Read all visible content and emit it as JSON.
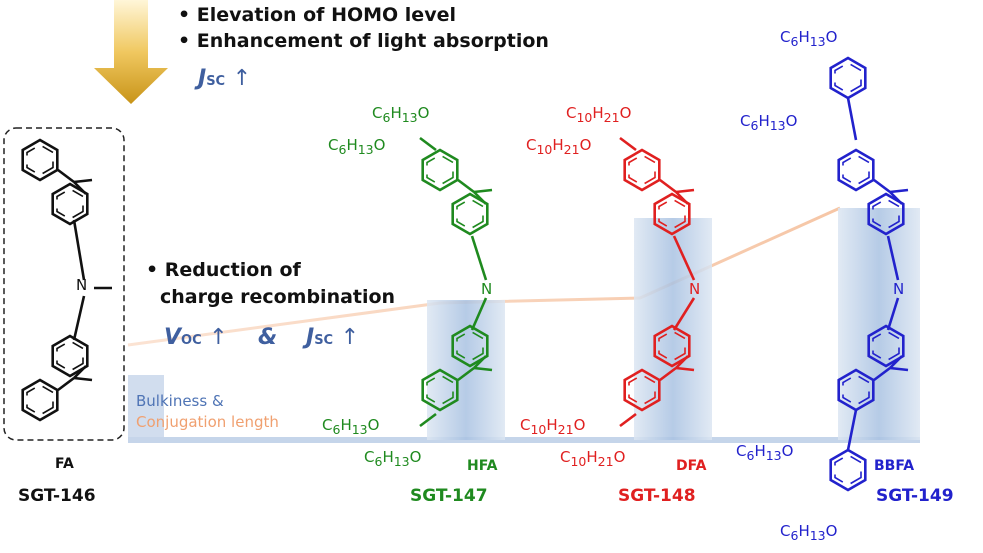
{
  "bullets": {
    "top1": "• Elevation of HOMO level",
    "top2": "• Enhancement of light absorption",
    "mid1": "• Reduction of",
    "mid2": "charge recombination"
  },
  "metrics": {
    "jsc_top": "J",
    "jsc_top_sub": "SC",
    "voc": "V",
    "voc_sub": "OC",
    "amp": "&",
    "jsc_mid": "J",
    "jsc_mid_sub": "SC",
    "up_arrow": "↑"
  },
  "legend": {
    "line1": "Bulkiness &",
    "line2": "Conjugation length"
  },
  "colors": {
    "fa": "#111111",
    "hfa": "#1f8a1f",
    "dfa": "#e02020",
    "bbfa": "#2222cc",
    "metric": "#3f5f9f",
    "arrow": "#d4a020"
  },
  "molecules": {
    "fa": {
      "short": "FA",
      "name": "SGT-146"
    },
    "hfa": {
      "short": "HFA",
      "name": "SGT-147"
    },
    "dfa": {
      "short": "DFA",
      "name": "SGT-148"
    },
    "bbfa": {
      "short": "BBFA",
      "name": "SGT-149"
    }
  },
  "atom_labels": {
    "n": "N",
    "o": "O",
    "hex_c": "C",
    "hex_sub": "6",
    "hex_h": "H",
    "hex_sub2": "13",
    "dec_c": "C",
    "dec_sub": "10",
    "dec_h": "H",
    "dec_sub2": "21"
  }
}
